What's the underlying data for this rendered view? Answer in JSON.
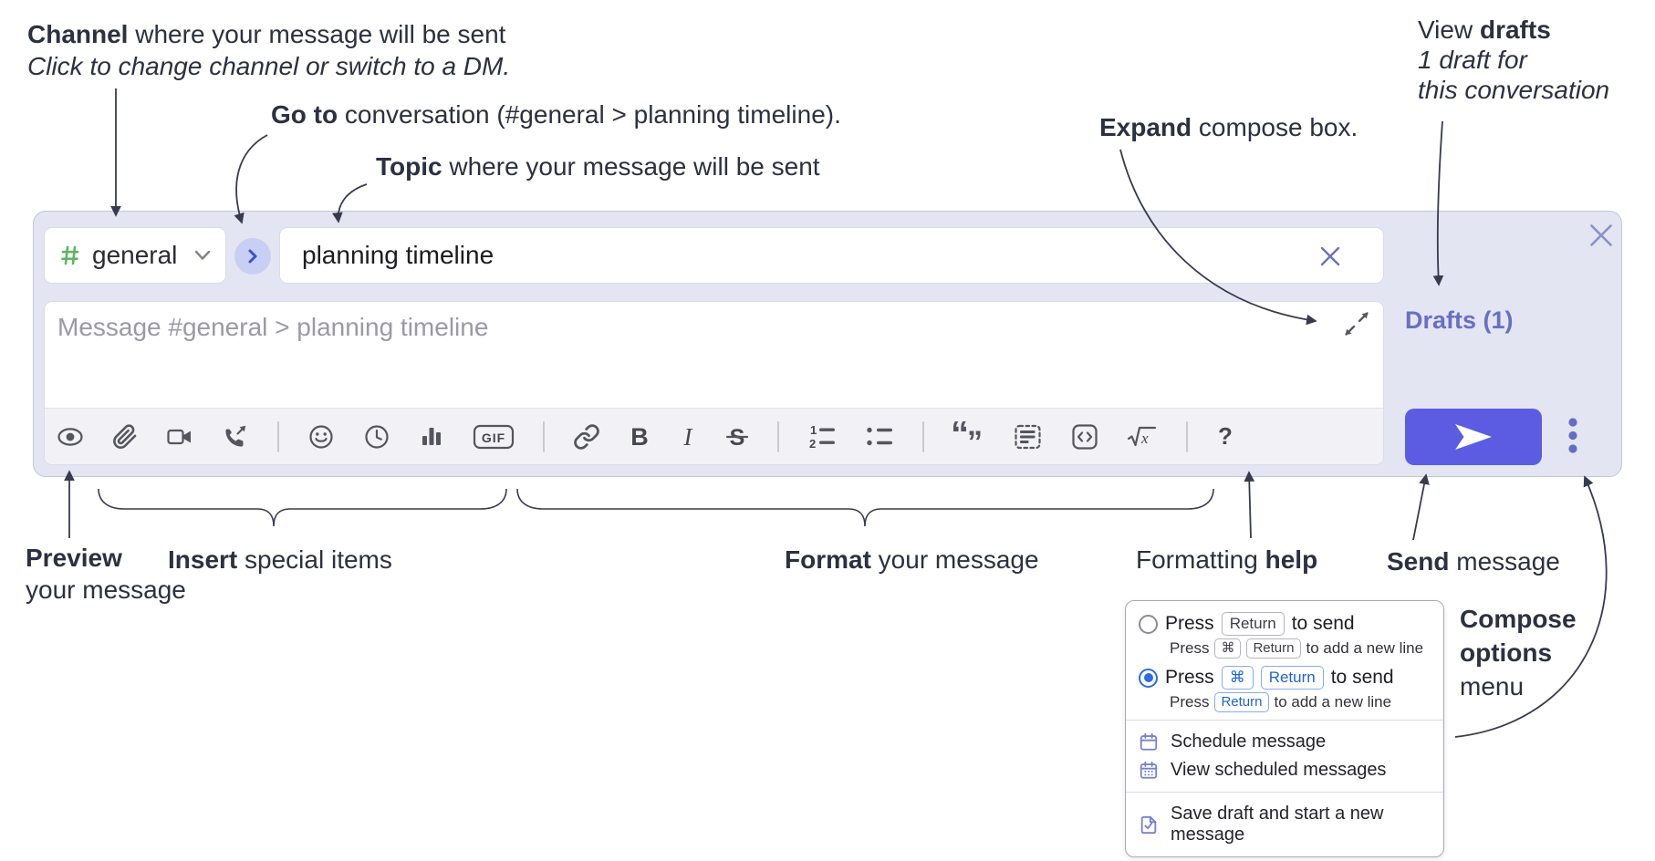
{
  "annotations": {
    "channel_bold": "Channel",
    "channel_rest": " where your message will be sent",
    "channel_sub": "Click to change channel or switch to a DM.",
    "goto_bold": "Go to",
    "goto_rest": " conversation (#general > planning timeline).",
    "topic_bold": "Topic",
    "topic_rest": " where your message will be sent",
    "expand_bold": "Expand",
    "expand_rest": " compose box.",
    "view_drafts_pre": "View ",
    "view_drafts_bold": "drafts",
    "view_drafts_line2": "1 draft for",
    "view_drafts_line3": "this conversation",
    "preview_bold": "Preview",
    "preview_line2": "your message",
    "insert_bold": "Insert",
    "insert_rest": " special items",
    "format_bold": "Format",
    "format_rest": " your message",
    "help_pre": "Formatting ",
    "help_bold": "help",
    "send_bold": "Send",
    "send_rest": " message",
    "compose_opts_line1": "Compose",
    "compose_opts_line2": "options",
    "compose_opts_line3": "menu"
  },
  "compose": {
    "channel_name": "general",
    "topic_value": "planning timeline",
    "message_placeholder": "Message #general > planning timeline",
    "drafts_link": "Drafts (1)"
  },
  "toolbar_glyphs": {
    "bold": "B",
    "italic": "I",
    "strike": "S",
    "gif": "GIF",
    "num1": "1",
    "num2": "2",
    "quote_open": "“",
    "quote_close": "”",
    "math_x": "x",
    "help": "?"
  },
  "options_menu": {
    "opt1_pre": "Press",
    "opt1_kbd": "Return",
    "opt1_post": "to send",
    "opt1_sub_pre": "Press",
    "opt1_sub_kbd1": "⌘",
    "opt1_sub_kbd2": "Return",
    "opt1_sub_post": "to add a new line",
    "opt2_pre": "Press",
    "opt2_kbd1": "⌘",
    "opt2_kbd2": "Return",
    "opt2_post": "to send",
    "opt2_sub_pre": "Press",
    "opt2_sub_kbd": "Return",
    "opt2_sub_post": "to add a new line",
    "item_schedule": "Schedule message",
    "item_view_scheduled": "View scheduled messages",
    "item_save_draft": "Save draft and start a new message"
  },
  "colors": {
    "send_button": "#5b5ce2",
    "drafts_link": "#696ec5",
    "hash_green": "#5fb368",
    "panel_bg": "#e3e5f2",
    "selected_radio": "#2b6be3"
  }
}
